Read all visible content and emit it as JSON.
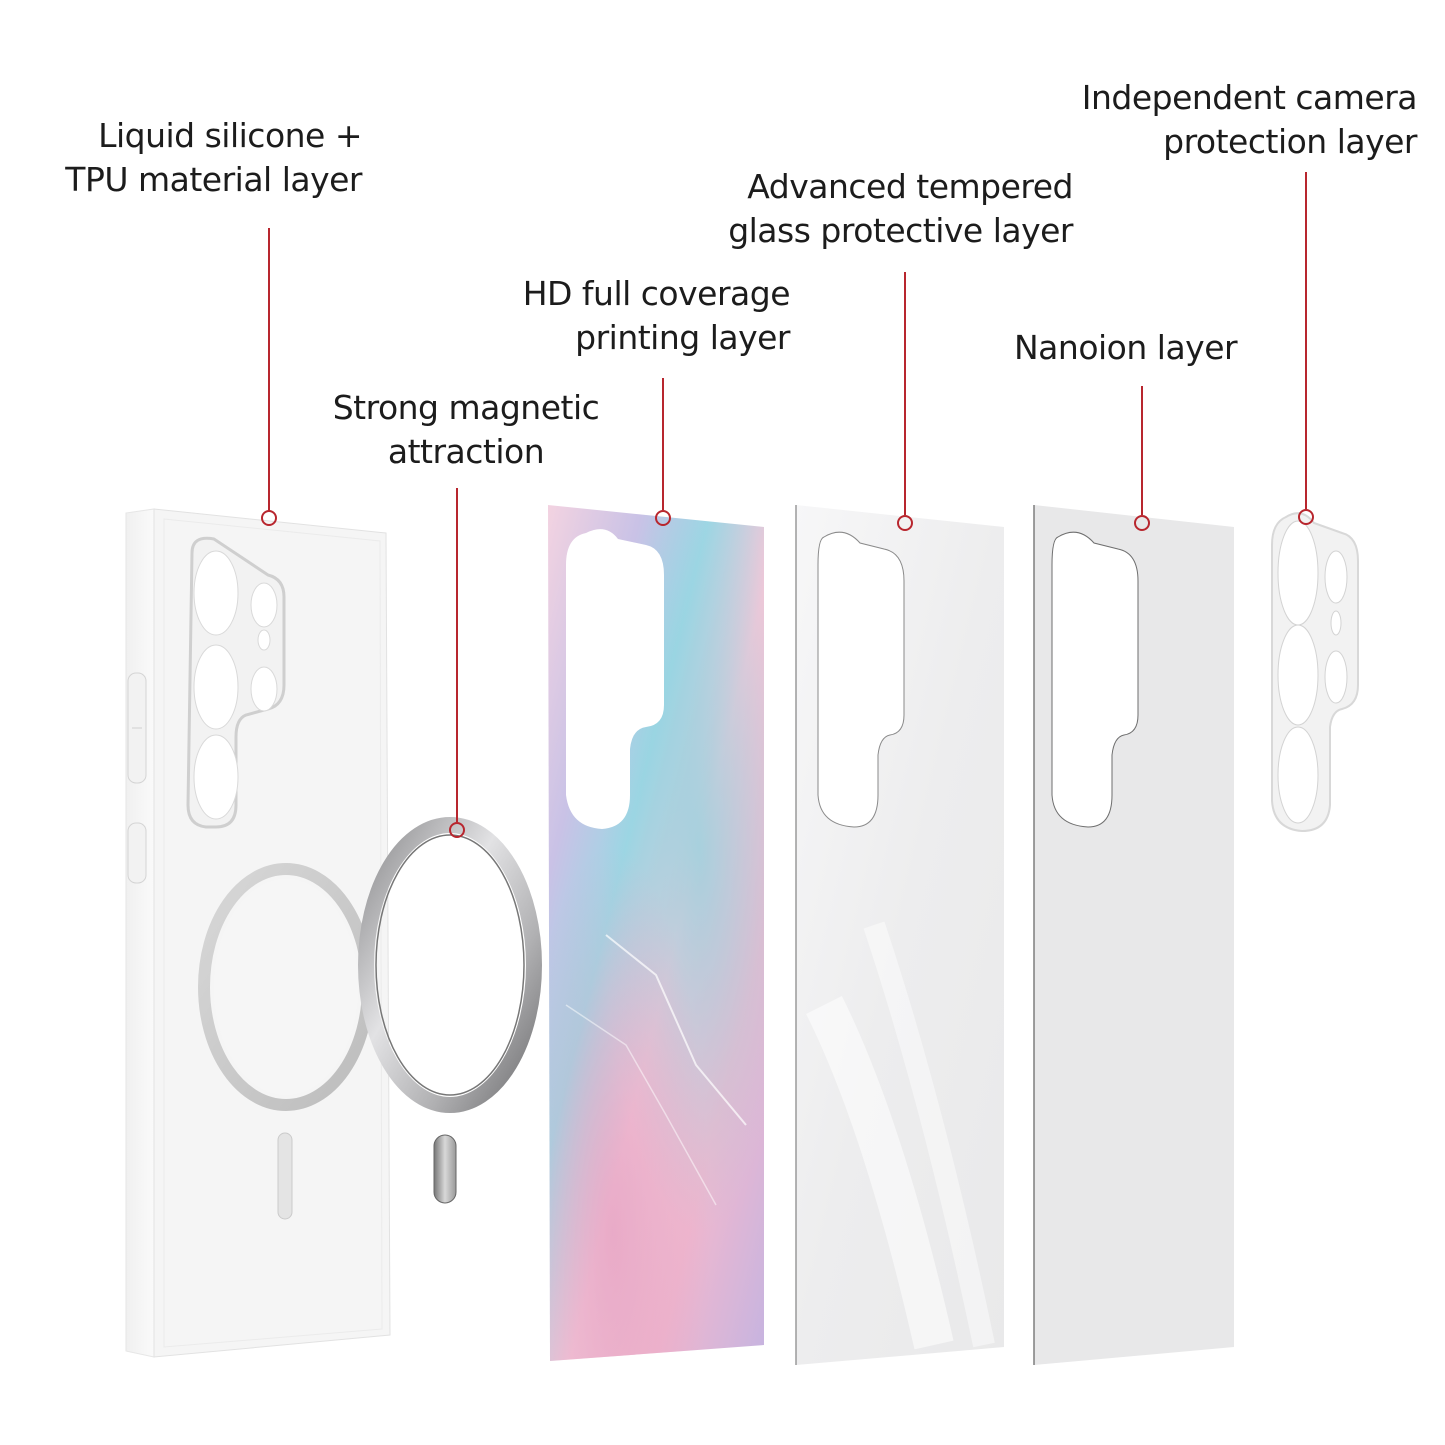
{
  "diagram": {
    "type": "exploded-view",
    "subject": "phone case layers",
    "accent_color": "#b8262e",
    "callouts": [
      {
        "id": "silicone",
        "lines": [
          "Liquid silicone +",
          "TPU material layer"
        ]
      },
      {
        "id": "magnetic",
        "lines": [
          "Strong magnetic",
          "attraction"
        ]
      },
      {
        "id": "printing",
        "lines": [
          "HD full coverage",
          "printing layer"
        ]
      },
      {
        "id": "glass",
        "lines": [
          "Advanced tempered",
          "glass protective layer"
        ]
      },
      {
        "id": "nanoion",
        "lines": [
          "Nanoion layer"
        ]
      },
      {
        "id": "camera",
        "lines": [
          "Independent camera",
          "protection layer"
        ]
      }
    ],
    "parts": [
      {
        "name": "silicone-case",
        "color": "#f4f4f4"
      },
      {
        "name": "magnetic-ring",
        "color": "#c9c9cb"
      },
      {
        "name": "printed-marble-layer",
        "colors": [
          "#f3c6d8",
          "#a9dbe6",
          "#c9b6e4",
          "#f7e1ea"
        ]
      },
      {
        "name": "tempered-glass-layer",
        "color": "#eeeeef"
      },
      {
        "name": "nanoion-layer",
        "color": "#e7e7e8"
      },
      {
        "name": "camera-protector",
        "color": "#f2f2f2"
      }
    ]
  }
}
